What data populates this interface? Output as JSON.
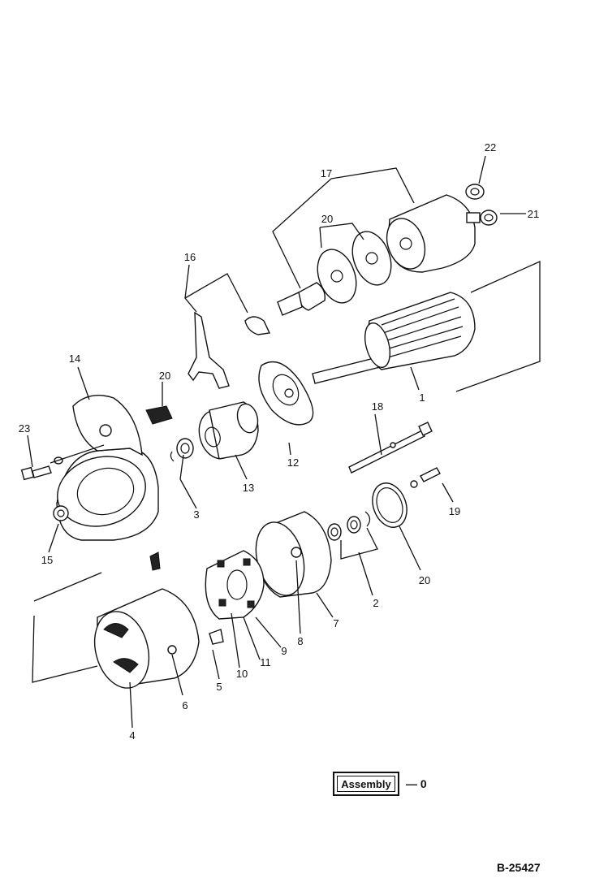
{
  "callouts": {
    "c1": "1",
    "c2": "2",
    "c3": "3",
    "c4": "4",
    "c5": "5",
    "c6": "6",
    "c7": "7",
    "c8": "8",
    "c9": "9",
    "c10": "10",
    "c11": "11",
    "c12": "12",
    "c13": "13",
    "c14": "14",
    "c15": "15",
    "c16": "16",
    "c17": "17",
    "c18": "18",
    "c19": "19",
    "c20a": "20",
    "c20b": "20",
    "c20c": "20",
    "c21": "21",
    "c22": "22",
    "c23": "23"
  },
  "assembly": {
    "label": "Assembly",
    "suffix": "— 0"
  },
  "drawing_code": "B-25427"
}
